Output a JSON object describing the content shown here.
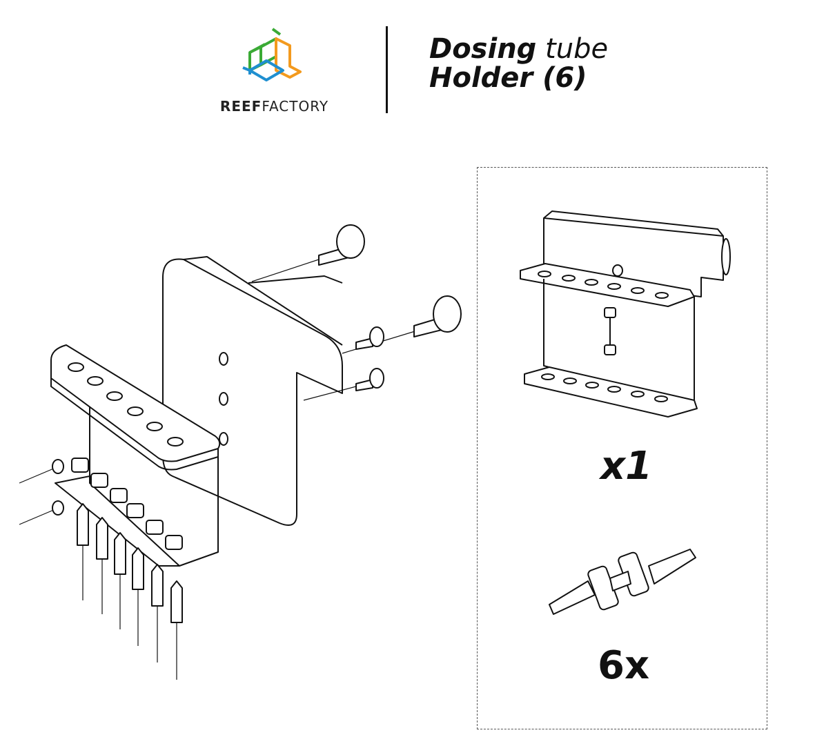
{
  "header": {
    "brand_part1": "REEF",
    "brand_part2": "FACTORY",
    "title_word1": "Dosing",
    "title_word2": "tube",
    "title_line2": "Holder (6)"
  },
  "contents": {
    "holder_quantity": "x1",
    "connector_quantity": "6x"
  },
  "colors": {
    "logo_green": "#3aaa35",
    "logo_orange": "#f39a1e",
    "logo_blue": "#1f8fd0",
    "ink": "#111111"
  }
}
